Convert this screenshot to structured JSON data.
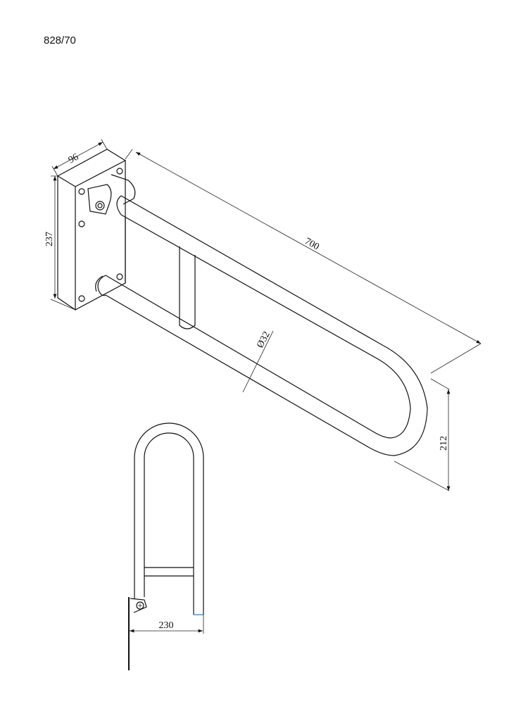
{
  "drawing": {
    "product_code": "828/70",
    "dimensions": {
      "plate_width": "96",
      "plate_height": "237",
      "length": "700",
      "tube_diameter": "Ø32",
      "height": "212",
      "side_projection": "230"
    },
    "colors": {
      "line": "#111111",
      "highlight": "#3a9ad9"
    }
  }
}
